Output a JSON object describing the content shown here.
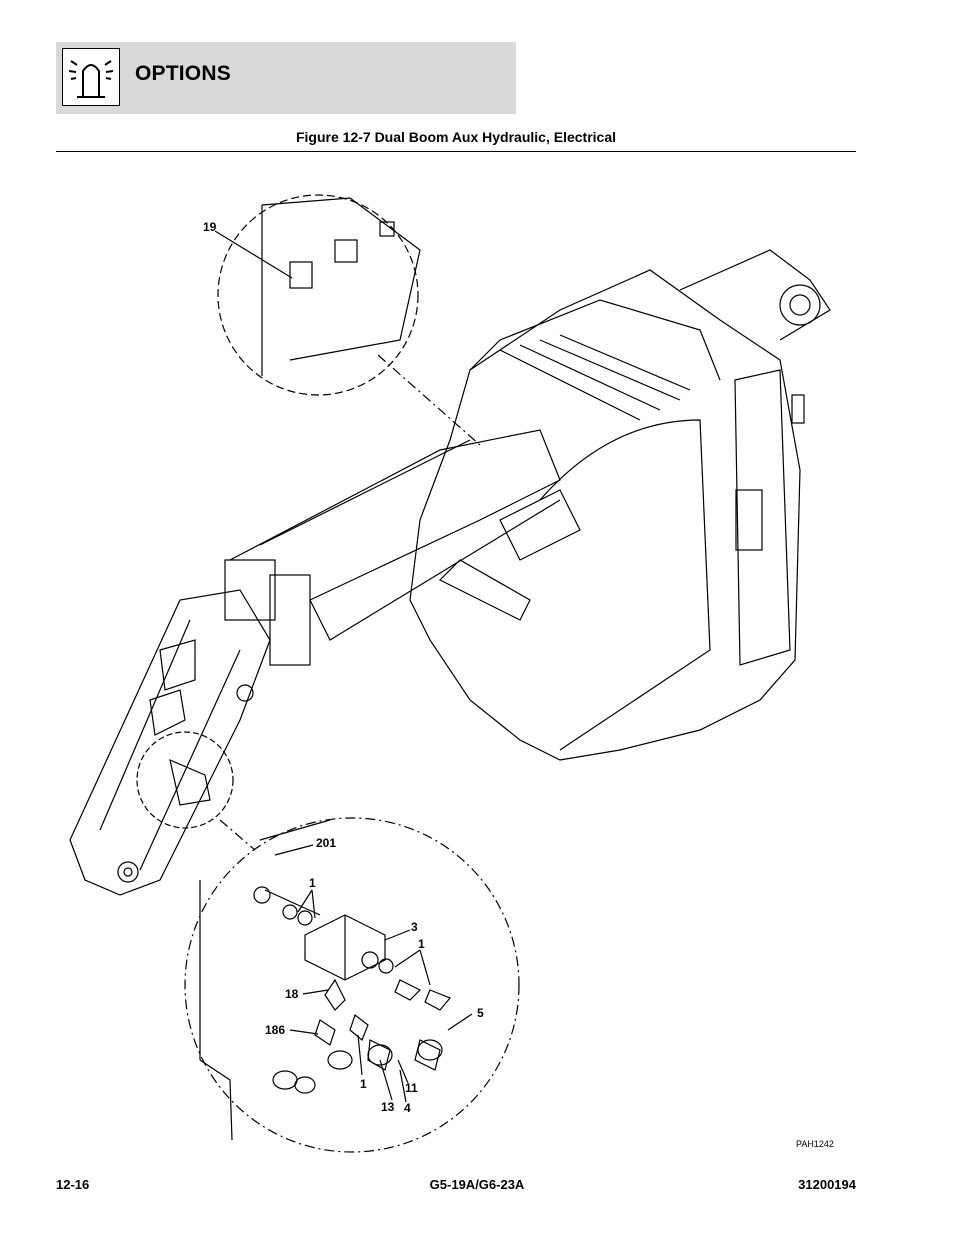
{
  "header": {
    "section_title": "OPTIONS",
    "icon": "beacon-light-icon",
    "band_color": "#d9d9d9"
  },
  "figure": {
    "caption": "Figure 12-7 Dual Boom Aux Hydraulic, Electrical",
    "drawing_code": "PAH1242",
    "callouts": [
      "19",
      "201",
      "1",
      "3",
      "1",
      "18",
      "186",
      "5",
      "1",
      "11",
      "13",
      "4"
    ]
  },
  "footer": {
    "page_number": "12-16",
    "model": "G5-19A/G6-23A",
    "manual_number": "31200194"
  }
}
